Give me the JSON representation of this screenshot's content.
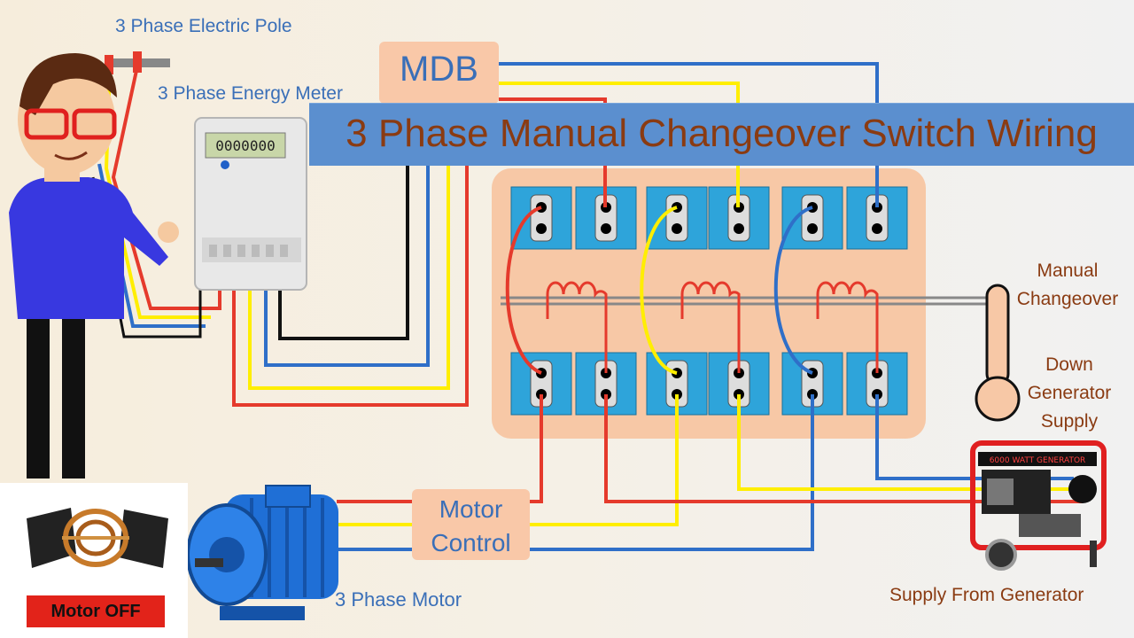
{
  "title": "3 Phase Manual Changeover Switch Wiring",
  "labels": {
    "pole": "3 Phase Electric Pole",
    "meter": "3 Phase Energy Meter",
    "mdb": "MDB",
    "manual_changeover_line1": "Manual",
    "manual_changeover_line2": "Changeover",
    "down_line1": "Down",
    "down_line2": "Generator",
    "down_line3": "Supply",
    "motor_control_line1": "Motor",
    "motor_control_line2": "Control",
    "motor": "3 Phase Motor",
    "supply_from_generator": "Supply From Generator",
    "motor_off": "Motor OFF",
    "meter_display": "0000000",
    "generator_banner": "6000 WATT GENERATOR"
  },
  "colors": {
    "phase_red": "#e53a2c",
    "phase_yellow": "#ffee00",
    "phase_blue": "#2f6fc8",
    "neutral_black": "#111111",
    "panel_bg": "#f7c8a6",
    "terminal_blue": "#2ea4da",
    "title_bar": "#5b8fcf",
    "title_text": "#8a3b12",
    "label_blue": "#3a6fb8",
    "motor_body": "#1f6fd6",
    "generator_frame": "#e02020"
  },
  "icons": [
    "person-illustration",
    "electric-pole-icon",
    "energy-meter-icon",
    "motor-icon",
    "generator-icon",
    "motor-off-coil-icon",
    "changeover-lever-icon"
  ]
}
